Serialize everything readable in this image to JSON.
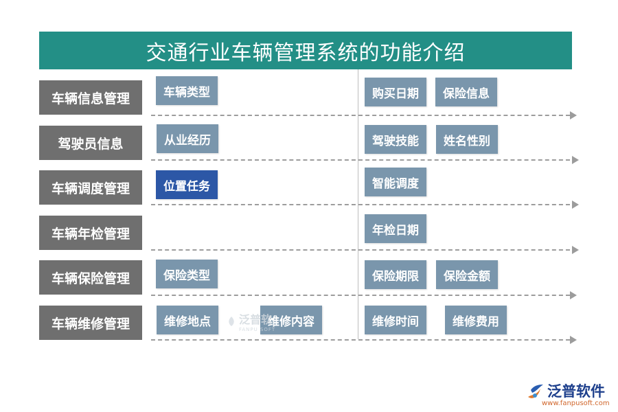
{
  "title": "交通行业车辆管理系统的功能介绍",
  "rows": [
    {
      "label": "车辆信息管理",
      "left": [
        "车辆类型"
      ],
      "right": [
        "购买日期",
        "保险信息"
      ]
    },
    {
      "label": "驾驶员信息",
      "left": [
        "从业经历"
      ],
      "right": [
        "驾驶技能",
        "姓名性别"
      ]
    },
    {
      "label": "车辆调度管理",
      "left": [
        "位置任务"
      ],
      "right": [
        "智能调度"
      ]
    },
    {
      "label": "车辆年检管理",
      "left": [],
      "right": [
        "年检日期"
      ]
    },
    {
      "label": "车辆保险管理",
      "left": [
        "保险类型"
      ],
      "right": [
        "保险期限",
        "保险金额"
      ]
    },
    {
      "label": "车辆维修管理",
      "left": [
        "维修地点",
        "维修内容"
      ],
      "right": [
        "维修时间",
        "维修费用"
      ]
    }
  ],
  "watermark": {
    "name": "泛普软",
    "sub": "FANPU SOFT"
  },
  "logo": {
    "name": "泛普软件",
    "url": "www.fanpusoft.com"
  },
  "colors": {
    "title_bg": "#238f86",
    "row_label_bg": "#6f6f6f",
    "tag_bg": "#7a96ac",
    "tag_highlight_bg": "#2c57a6",
    "connector": "#9c9c9c"
  },
  "highlighted_tag": "位置任务"
}
